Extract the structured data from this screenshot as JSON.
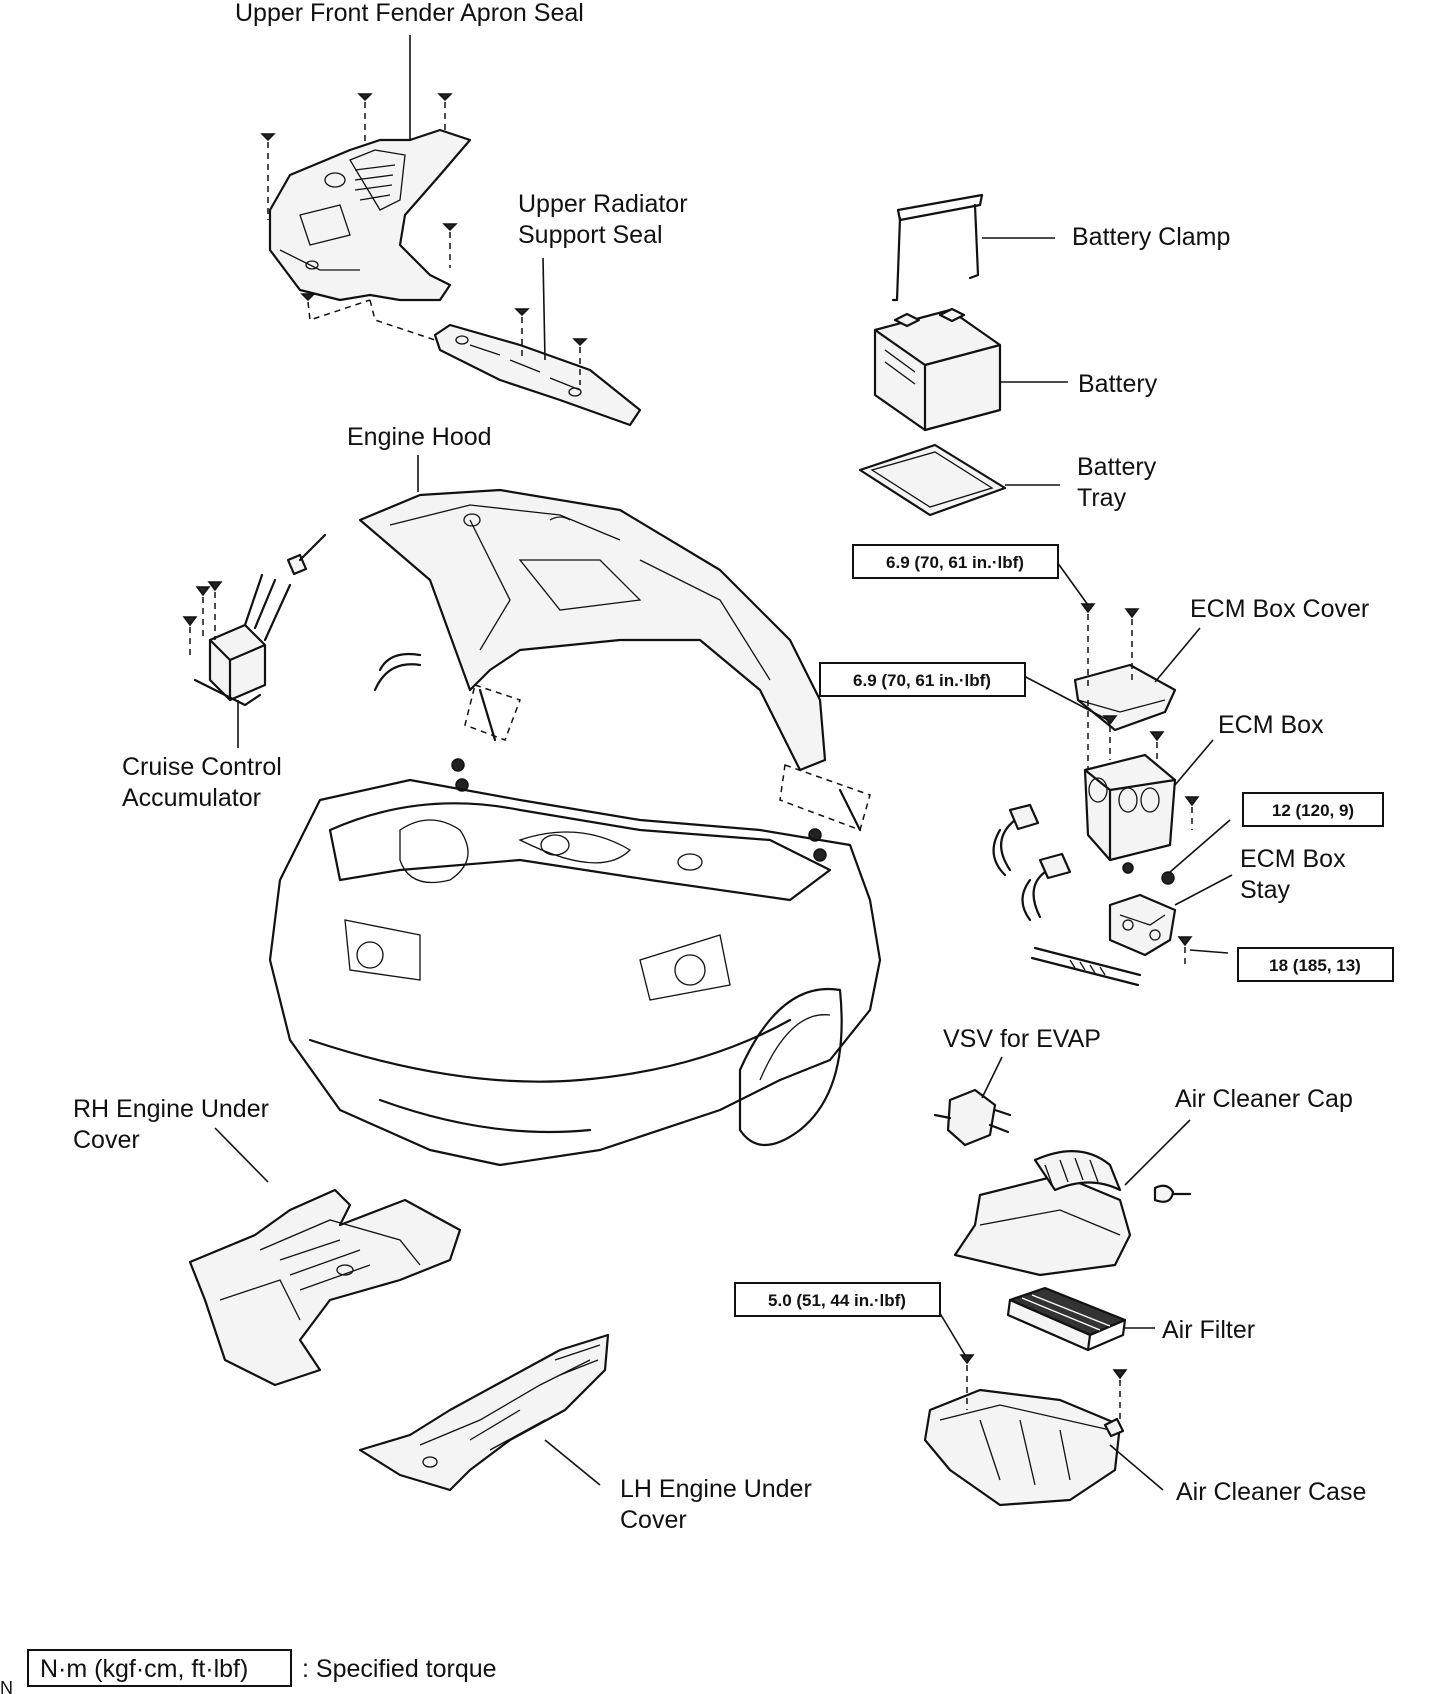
{
  "labels": {
    "upper_front_fender_apron_seal": "Upper Front Fender Apron Seal",
    "upper_radiator_support_seal_l1": "Upper Radiator",
    "upper_radiator_support_seal_l2": "Support Seal",
    "engine_hood": "Engine Hood",
    "battery_clamp": "Battery Clamp",
    "battery": "Battery",
    "battery_tray_l1": "Battery",
    "battery_tray_l2": "Tray",
    "ecm_box_cover": "ECM Box Cover",
    "ecm_box": "ECM Box",
    "ecm_box_stay_l1": "ECM Box",
    "ecm_box_stay_l2": "Stay",
    "cruise_control_accumulator_l1": "Cruise Control",
    "cruise_control_accumulator_l2": "Accumulator",
    "vsv_for_evap": "VSV for EVAP",
    "air_cleaner_cap": "Air Cleaner Cap",
    "rh_engine_under_cover_l1": "RH Engine Under",
    "rh_engine_under_cover_l2": "Cover",
    "lh_engine_under_cover_l1": "LH Engine Under",
    "lh_engine_under_cover_l2": "Cover",
    "air_filter": "Air Filter",
    "air_cleaner_case": "Air Cleaner Case"
  },
  "torque_specs": {
    "ecm_box_cover_bolt": "6.9 (70, 61 in.·lbf)",
    "ecm_box_bolt": "6.9 (70, 61 in.·lbf)",
    "ecm_box_stay_upper": "12 (120, 9)",
    "ecm_box_stay_lower": "18 (185, 13)",
    "air_cleaner_case_bolt": "5.0 (51, 44 in.·lbf)"
  },
  "legend": {
    "unit_box": "N·m (kgf·cm, ft·lbf)",
    "description": ": Specified torque"
  },
  "corner_mark": "N"
}
